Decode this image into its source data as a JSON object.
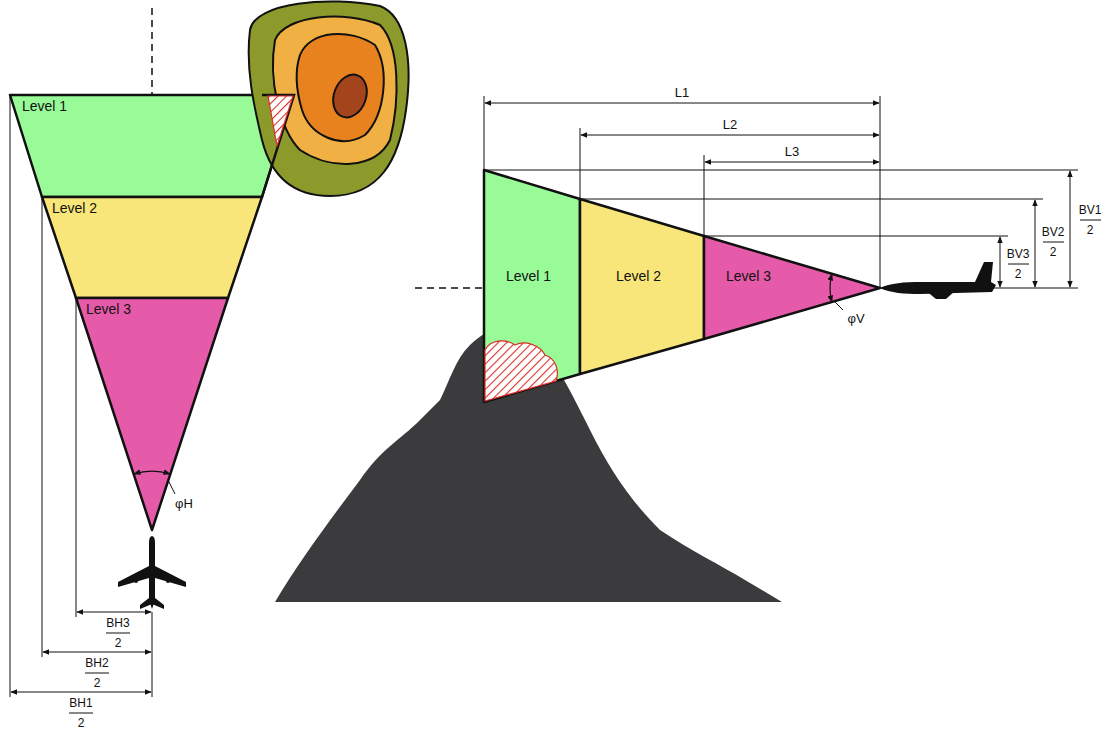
{
  "diagram": {
    "nodes": [
      {
        "text": [
          "Level 1"
        ]
      },
      {
        "text": [
          "Level 2"
        ]
      },
      {
        "text": [
          "Level 3"
        ]
      },
      {
        "text": [
          "Level 1"
        ]
      },
      {
        "text": [
          "Level 2"
        ]
      },
      {
        "text": [
          "Level 3"
        ]
      }
    ],
    "labels": [
      "φH",
      "BH3",
      "2",
      "BH2",
      "2",
      "BH1",
      "2",
      "L1",
      "L2",
      "L3",
      "BV1",
      "2",
      "BV2",
      "2",
      "BV3",
      "2",
      "φV"
    ]
  }
}
